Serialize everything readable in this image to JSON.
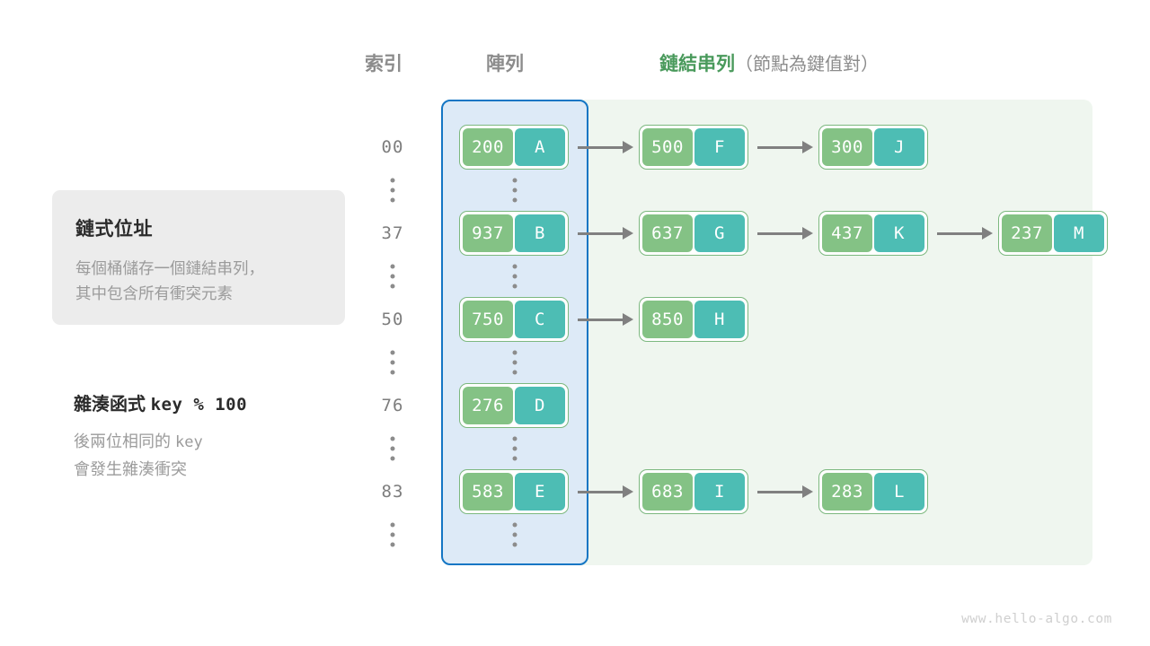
{
  "headers": {
    "index": "索引",
    "array": "陣列",
    "list_main": "鏈結串列",
    "list_sub": "（節點為鍵值對）"
  },
  "info_card": {
    "title": "鏈式位址",
    "line1": "每個桶儲存一個鏈結串列，",
    "line2": "其中包含所有衝突元素"
  },
  "hash_note": {
    "title_label": "雜湊函式",
    "title_expr": "key % 100",
    "line1_text": "後兩位相同的",
    "line1_mono": "key",
    "line2": "會發生雜湊衝突"
  },
  "colors": {
    "key_cell": "#84c285",
    "value_cell": "#4dbdb4",
    "node_border": "#7cb87f",
    "array_panel_bg": "#ddeaf7",
    "array_panel_border": "#1476c4",
    "list_panel_bg": "#eff6ef",
    "arrow": "#808080",
    "accent_green_text": "#4a9a5c",
    "muted_text": "#8c8c8c",
    "card_bg": "#ececec"
  },
  "buckets": [
    {
      "index": "00",
      "nodes": [
        {
          "key": "200",
          "value": "A"
        },
        {
          "key": "500",
          "value": "F"
        },
        {
          "key": "300",
          "value": "J"
        }
      ]
    },
    {
      "index": "37",
      "nodes": [
        {
          "key": "937",
          "value": "B"
        },
        {
          "key": "637",
          "value": "G"
        },
        {
          "key": "437",
          "value": "K"
        },
        {
          "key": "237",
          "value": "M"
        }
      ]
    },
    {
      "index": "50",
      "nodes": [
        {
          "key": "750",
          "value": "C"
        },
        {
          "key": "850",
          "value": "H"
        }
      ]
    },
    {
      "index": "76",
      "nodes": [
        {
          "key": "276",
          "value": "D"
        }
      ]
    },
    {
      "index": "83",
      "nodes": [
        {
          "key": "583",
          "value": "E"
        },
        {
          "key": "683",
          "value": "I"
        },
        {
          "key": "283",
          "value": "L"
        }
      ]
    }
  ],
  "watermark": "www.hello-algo.com"
}
